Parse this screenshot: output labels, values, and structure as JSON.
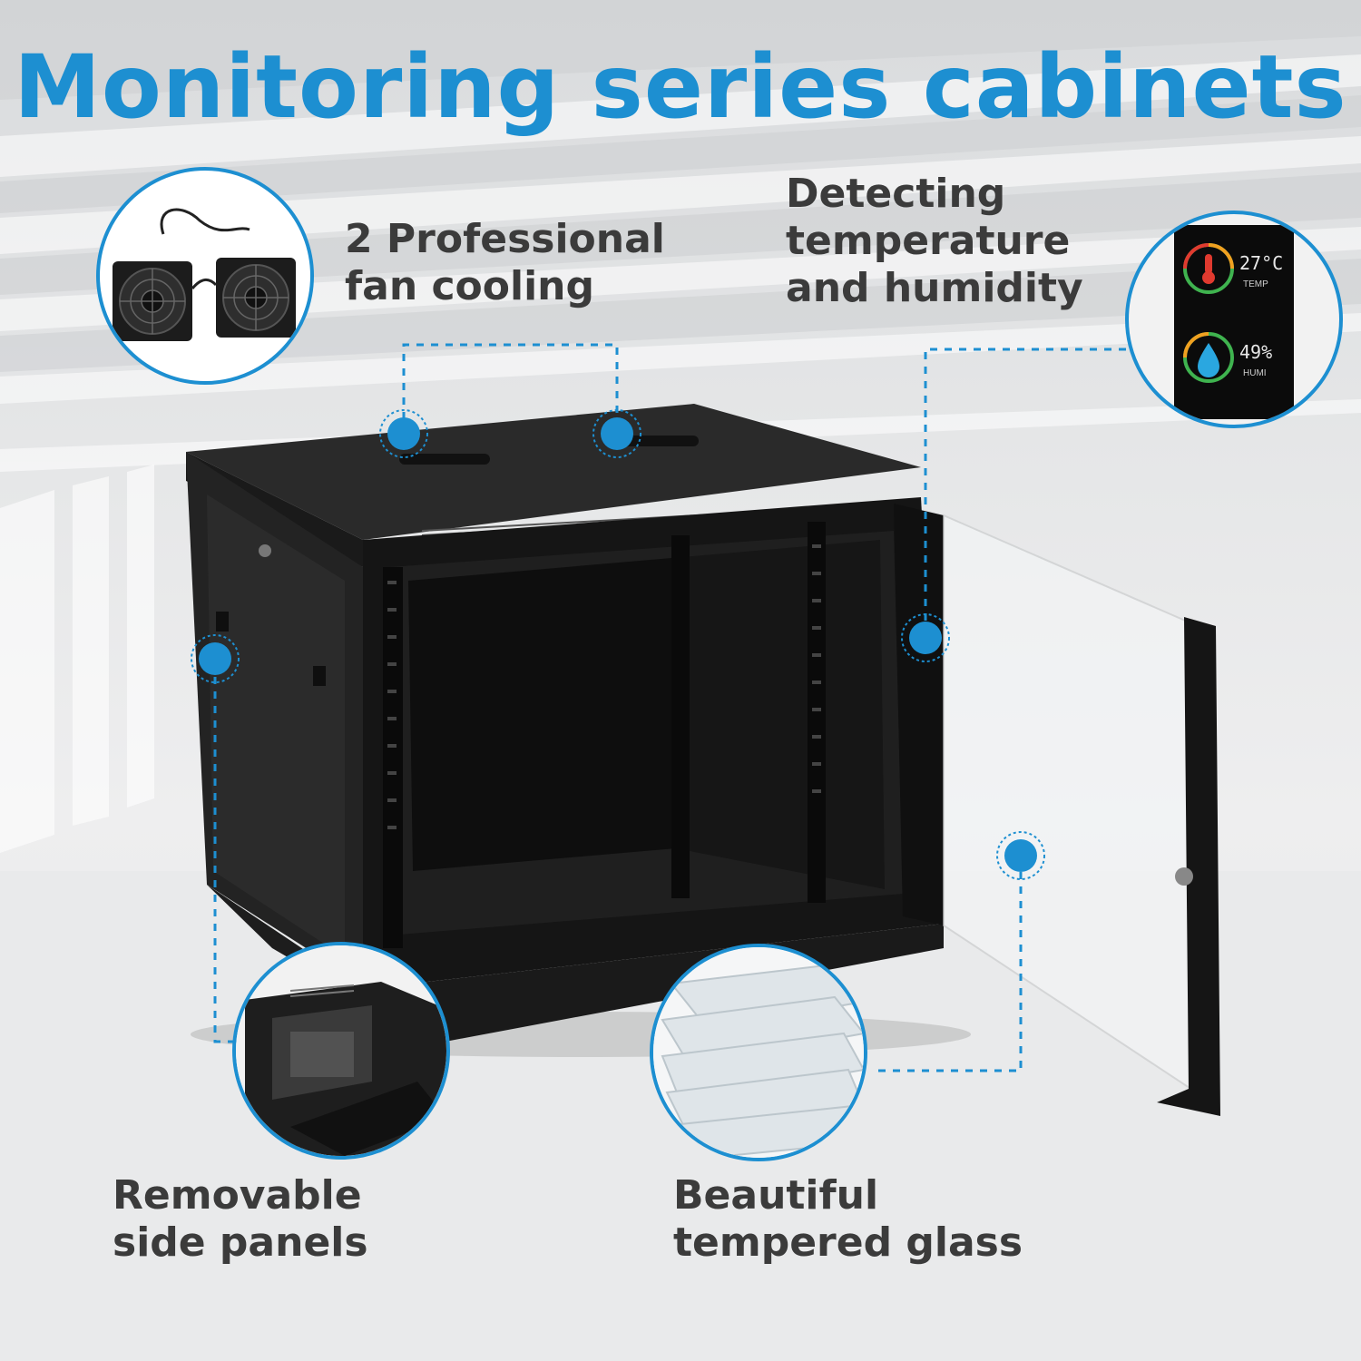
{
  "title": "Monitoring series cabinets",
  "features": {
    "fan": {
      "line1": "2 Professional",
      "line2": "fan cooling"
    },
    "temperature": {
      "line1": "Detecting",
      "line2": "temperature",
      "line3": "and humidity"
    },
    "side_panels": {
      "line1": "Removable",
      "line2": "side panels"
    },
    "glass": {
      "line1": "Beautiful",
      "line2": "tempered glass"
    }
  },
  "sensor_display": {
    "temp_value": "27°C",
    "temp_label": "TEMP",
    "humidity_value": "49%",
    "humidity_label": "HUMI"
  },
  "colors": {
    "accent": "#1d8fd1",
    "text": "#3b3b3b",
    "cabinet": "#1a1a1a",
    "background": "#e6e7e8"
  },
  "icons": [
    "fan-icon",
    "thermometer-icon",
    "water-drop-icon"
  ]
}
